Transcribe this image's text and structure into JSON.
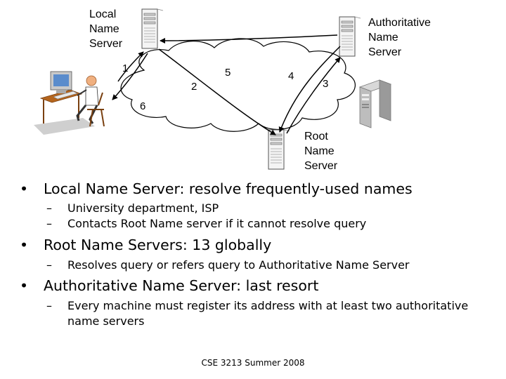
{
  "diagram": {
    "labels": {
      "local_name_server": [
        "Local",
        "Name",
        "Server"
      ],
      "authoritative_name_server": [
        "Authoritative",
        "Name",
        "Server"
      ],
      "root_name_server": [
        "Root",
        "Name",
        "Server"
      ]
    },
    "steps": [
      "1",
      "2",
      "3",
      "4",
      "5",
      "6"
    ]
  },
  "bullets": [
    {
      "text": "Local Name Server: resolve frequently-used names",
      "sub": [
        "University department, ISP",
        "Contacts Root Name server if it cannot resolve query"
      ]
    },
    {
      "text": "Root Name Servers: 13 globally",
      "sub": [
        "Resolves query or refers query to Authoritative Name Server"
      ]
    },
    {
      "text": "Authoritative Name Server: last resort",
      "sub": [
        "Every machine must register its address with at least two authoritative name servers"
      ]
    }
  ],
  "footer": "CSE 3213 Summer 2008",
  "dash": "–"
}
